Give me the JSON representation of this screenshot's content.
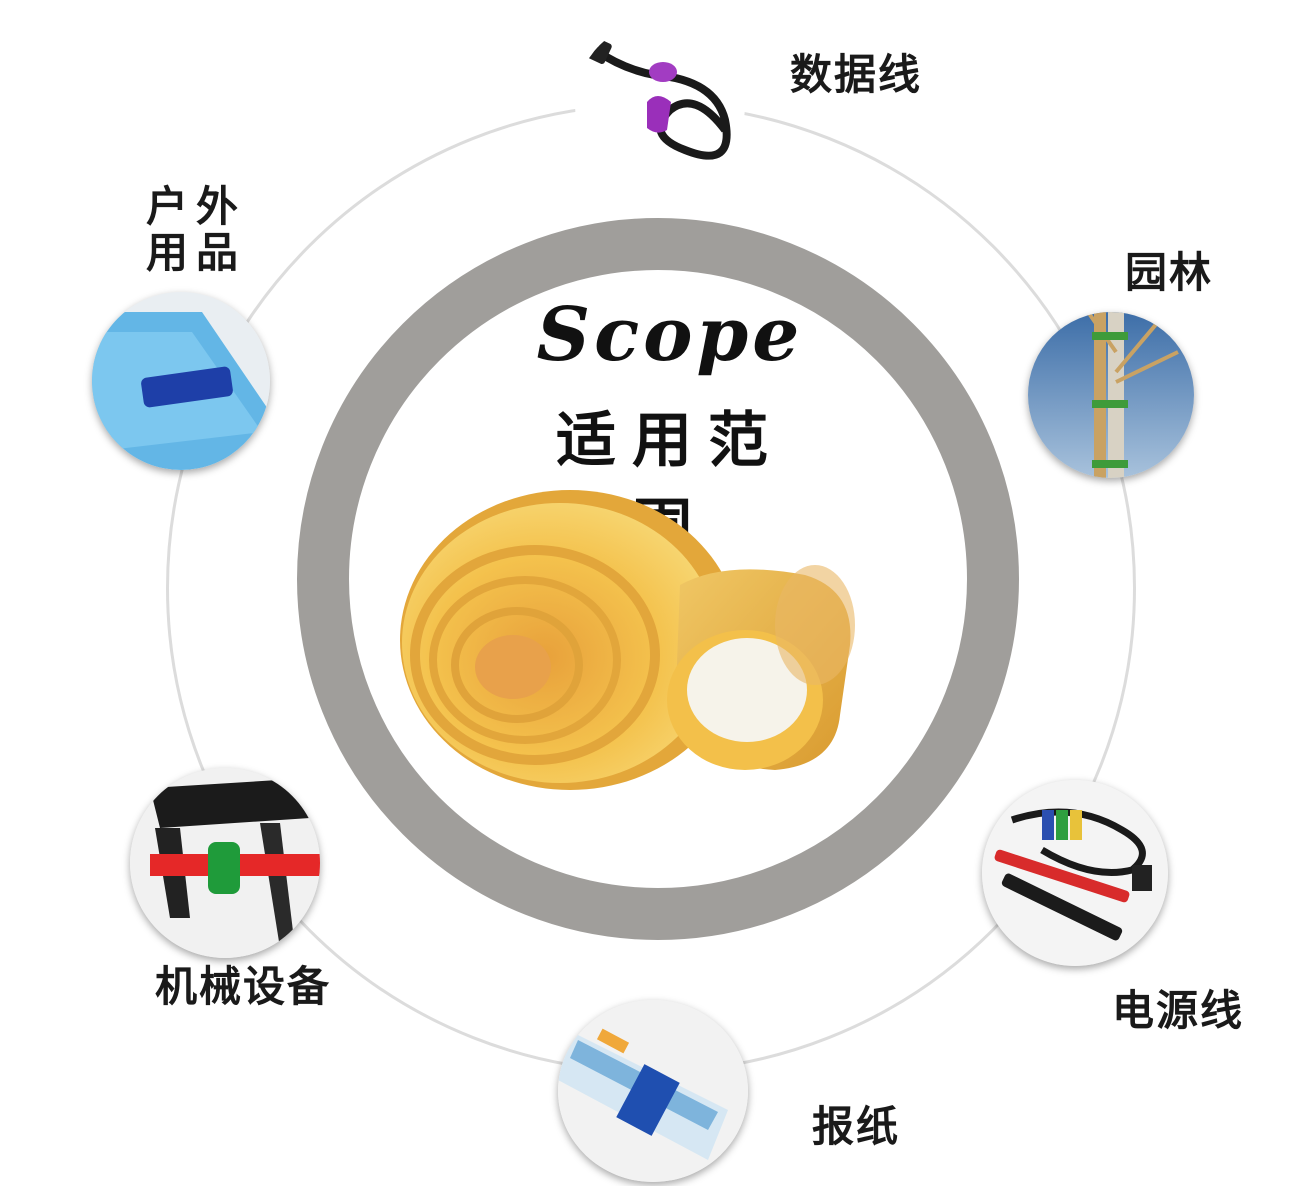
{
  "center": {
    "title_en": "Scope",
    "title_cn": "适用范围"
  },
  "labels": {
    "data_cable": "数据线",
    "outdoor_line1": "户外",
    "outdoor_line2": "用品",
    "garden": "园林",
    "machinery": "机械设备",
    "power_cable": "电源线",
    "newspaper": "报纸"
  },
  "colors": {
    "ring": "#a09e9b",
    "orbit": "#dcdcdc",
    "tape": "#f2c445"
  }
}
